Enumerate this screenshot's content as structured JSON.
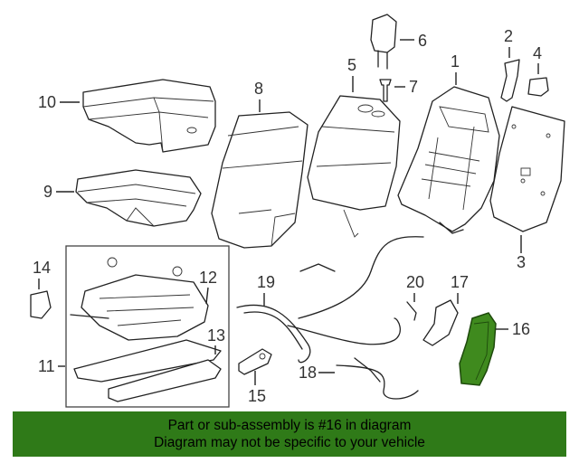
{
  "diagram": {
    "highlight_color": "#3f8a1e",
    "callouts": {
      "c1": "1",
      "c2": "2",
      "c3": "3",
      "c4": "4",
      "c5": "5",
      "c6": "6",
      "c7": "7",
      "c8": "8",
      "c9": "9",
      "c10": "10",
      "c11": "11",
      "c12": "12",
      "c13": "13",
      "c14": "14",
      "c15": "15",
      "c16": "16",
      "c17": "17",
      "c18": "18",
      "c19": "19",
      "c20": "20"
    }
  },
  "caption": {
    "line1": "Part or sub-assembly is #16 in diagram",
    "line2": "Diagram may not be specific to your vehicle",
    "background_color": "#2f7a18"
  }
}
